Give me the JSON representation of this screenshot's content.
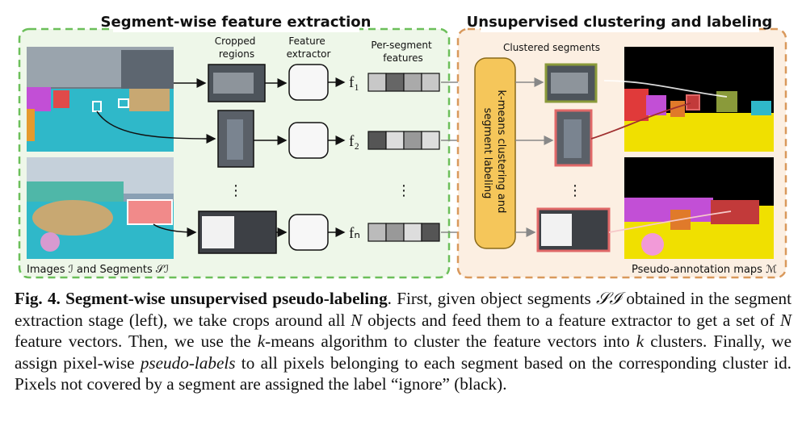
{
  "left_panel": {
    "title": "Segment-wise feature extraction",
    "col_cropped": [
      "Cropped",
      "regions"
    ],
    "col_extractor": [
      "Feature",
      "extractor"
    ],
    "col_features": [
      "Per-segment",
      "features"
    ],
    "bottom_label": "Images ℐ and Segments 𝒮ℐ",
    "features": [
      "f₁",
      "f₂",
      "fₙ"
    ],
    "dots": "⋮"
  },
  "right_panel": {
    "title": "Unsupervised clustering and labeling",
    "clustered": "Clustered segments",
    "kmeans": [
      "k-means clustering and",
      "segment labeling"
    ],
    "bottom_label": "Pseudo-annotation maps ℳ",
    "dots": "⋮"
  },
  "caption": {
    "fig_label": "Fig. 4.",
    "fig_title": "Segment-wise unsupervised pseudo-labeling",
    "p1": ". First, given object segments ",
    "sym1": "𝒮ℐ",
    "p2": " obtained in the segment extraction stage (left), we take crops around all ",
    "N1": "N",
    "p3": " objects and feed them to a feature extractor to get a set of ",
    "N2": "N",
    "p4": " feature vectors. Then, we use the ",
    "k1": "k",
    "p5": "-means algorithm to cluster the feature vectors into ",
    "k2": "k",
    "p6": " clusters. Finally, we assign pixel-wise ",
    "pseudo": "pseudo-labels",
    "p7": " to all pixels belonging to each segment based on the corresponding cluster id. Pixels not covered by a segment are assigned the label “ignore” (black)."
  },
  "colors": {
    "left_border": "#6cbf5a",
    "left_fill": "#eef7e9",
    "right_border": "#d9995c",
    "right_fill": "#fcefe2",
    "kmeans_fill": "#f5c65a",
    "ignore": "#000000",
    "sky_seg": "#2fb8c9",
    "road_seg": "#f0e000"
  }
}
